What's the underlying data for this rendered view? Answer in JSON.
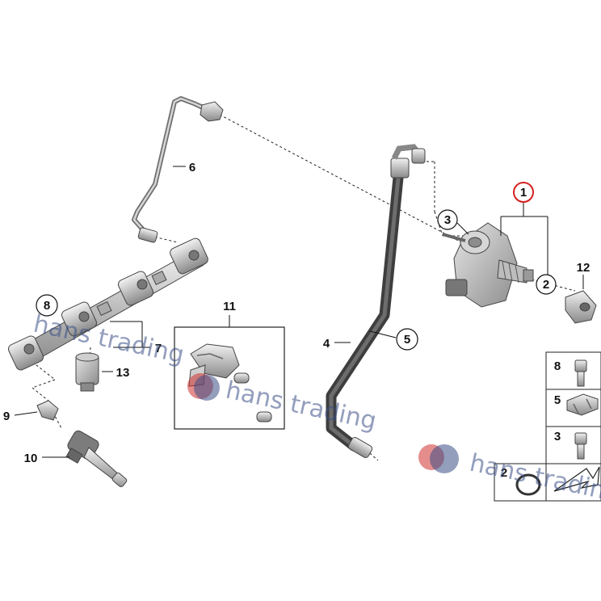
{
  "diagram": {
    "labels": {
      "p1": "1",
      "p2": "2",
      "p3": "3",
      "p4": "4",
      "p5": "5",
      "p6": "6",
      "p7": "7",
      "p8": "8",
      "p9": "9",
      "p10": "10",
      "p11": "11",
      "p12": "12",
      "p13": "13"
    },
    "legend": {
      "l8": "8",
      "l5": "5",
      "l3": "3",
      "l2": "2"
    },
    "watermark": {
      "w1": "hans trading",
      "w2": "hans trading",
      "w3": "hans trading"
    },
    "colors": {
      "highlight_circle": "#d42020",
      "hose": "#4a4a4a",
      "watermark": "#3a4f86",
      "watermark_red": "#d03030"
    }
  }
}
